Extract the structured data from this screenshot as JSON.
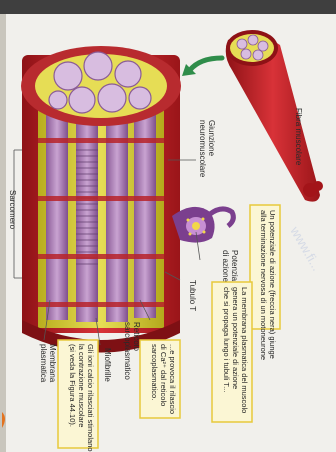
{
  "labels": {
    "fibra": "Fibra muscolare",
    "giunzione1": "Giunzione",
    "giunzione2": "neuromuscolare",
    "potenziale1": "Potenziale",
    "potenziale2": "di azione",
    "tubulo": "Tubulo T",
    "reticolo1": "Reticolo",
    "reticolo2": "sarcoplasmatico",
    "miofibrille": "Miofibrille",
    "membrana1": "Membrana",
    "membrana2": "plasmatica",
    "sarcomero": "Sarcomero"
  },
  "boxes": [
    {
      "id": "box1",
      "lines": [
        "Un potenziale di azione (freccia nera) giunge",
        "alla terminazione nervosa di un motoneurone"
      ]
    },
    {
      "id": "box2",
      "lines": [
        "La membrana plasmatica del muscolo",
        "genera un potenziale di azione",
        "che si propaga lungo i tubuli T..."
      ]
    },
    {
      "id": "box3",
      "lines": [
        "...e provoca il rilascio",
        "di Ca²⁺ dal reticolo",
        "sarcoplasmatico."
      ]
    },
    {
      "id": "box4",
      "lines": [
        "Gli ioni calcio rilasciati stimolano",
        "la contrazione muscolare",
        "(si veda la Figura 44.10)."
      ]
    }
  ],
  "watermark": "www.fi...",
  "colors": {
    "muscle_red": "#c8262c",
    "myofibril_purple": "#b88fc0",
    "sr_yellow": "#d7cf3a",
    "box_border": "#e7c93b",
    "box_fill": "#fbf6d4",
    "arrow_green": "#2f8d4a",
    "nerve_purple": "#7b3f8e"
  }
}
